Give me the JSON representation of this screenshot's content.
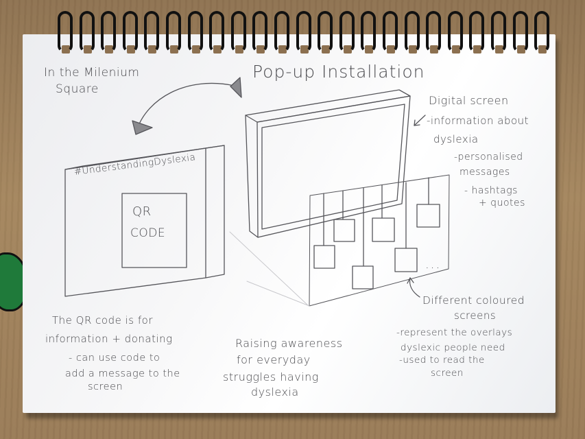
{
  "photo": {
    "location_note": [
      "In the Milenium",
      "Square"
    ],
    "title": "Pop-up Installation",
    "board": {
      "hashtag": "#UnderstandingDyslexia",
      "qr_line1": "QR",
      "qr_line2": "CODE"
    },
    "screen_note": {
      "heading": "Digital screen",
      "bullets": [
        "-information about",
        "dyslexia",
        "-personalised",
        "messages",
        "- hashtags",
        "+ quotes"
      ]
    },
    "qr_note": [
      "The QR code is for",
      "information + donating",
      "- can use code to",
      "add a message to the",
      "screen"
    ],
    "awareness_note": [
      "Raising awareness",
      "for everyday",
      "struggles having",
      "dyslexia"
    ],
    "coloured_note": [
      "Different coloured",
      "screens",
      "-represent the overlays",
      "dyslexic people need",
      "-used to read the",
      "screen"
    ],
    "dots": "...",
    "colors": {
      "pencil": "#4a4a4e",
      "paper": "#f7f7f8",
      "table": "#9c7f5c",
      "coil": "#111111"
    }
  }
}
